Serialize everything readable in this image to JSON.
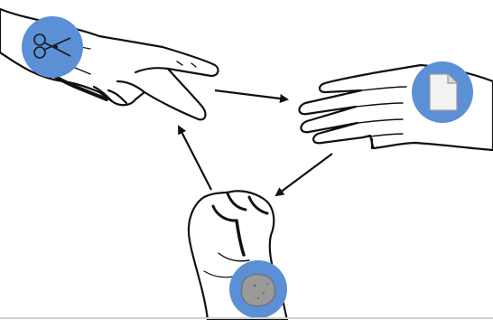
{
  "diagram": {
    "nodes": [
      {
        "id": "scissors",
        "gesture": "scissors-hand",
        "badge_icon": "scissors-icon",
        "badge_color": "#5b8fd6"
      },
      {
        "id": "paper",
        "gesture": "paper-hand",
        "badge_icon": "paper-icon",
        "badge_color": "#5b8fd6"
      },
      {
        "id": "rock",
        "gesture": "rock-fist",
        "badge_icon": "rock-icon",
        "badge_color": "#5b8fd6"
      }
    ],
    "edges": [
      {
        "from": "scissors",
        "to": "paper"
      },
      {
        "from": "paper",
        "to": "rock"
      },
      {
        "from": "rock",
        "to": "scissors"
      }
    ],
    "colors": {
      "line": "#111111",
      "badge": "#5b8fd6",
      "rock": "#9a9a9a",
      "paper": "#f2f2f2"
    }
  }
}
